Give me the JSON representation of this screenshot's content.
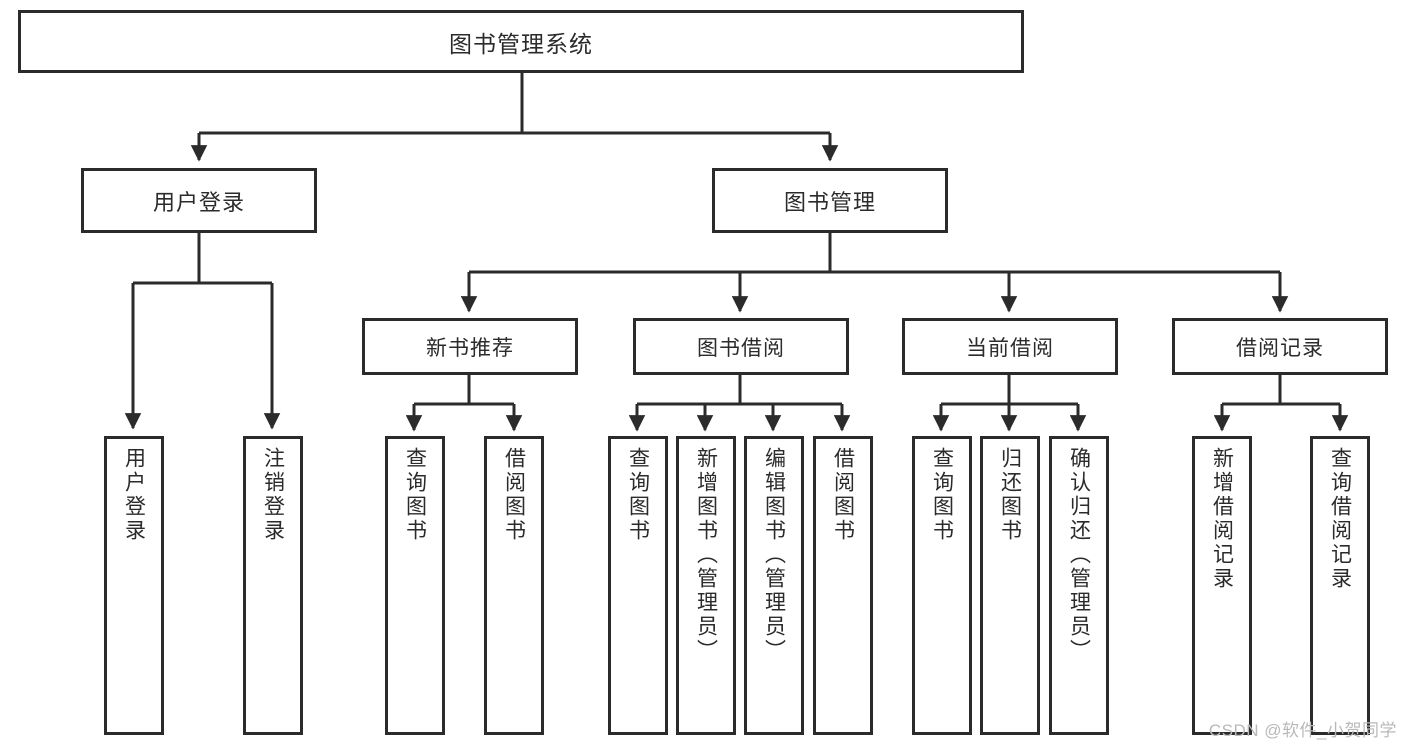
{
  "diagram": {
    "title": "图书管理系统",
    "watermark": "CSDN @软件_小贺同学",
    "colors": {
      "box_border": "#2b2b2b",
      "box_fill": "#ffffff",
      "connector": "#2b2b2b",
      "background": "#ffffff",
      "watermark": "#b9b9b9"
    },
    "root": {
      "label": "图书管理系统"
    },
    "level2": [
      {
        "label": "用户登录"
      },
      {
        "label": "图书管理"
      }
    ],
    "level3": [
      {
        "label": "新书推荐"
      },
      {
        "label": "图书借阅"
      },
      {
        "label": "当前借阅"
      },
      {
        "label": "借阅记录"
      }
    ],
    "leaves": {
      "user_login": [
        {
          "label": "用户登录"
        },
        {
          "label": "注销登录"
        }
      ],
      "new_book_recommend": [
        {
          "label": "查询图书"
        },
        {
          "label": "借阅图书"
        }
      ],
      "book_borrow": [
        {
          "label": "查询图书"
        },
        {
          "label": "新增图书（管理员）"
        },
        {
          "label": "编辑图书（管理员）"
        },
        {
          "label": "借阅图书"
        }
      ],
      "current_borrow": [
        {
          "label": "查询图书"
        },
        {
          "label": "归还图书"
        },
        {
          "label": "确认归还（管理员）"
        }
      ],
      "borrow_record": [
        {
          "label": "新增借阅记录"
        },
        {
          "label": "查询借阅记录"
        }
      ]
    }
  }
}
